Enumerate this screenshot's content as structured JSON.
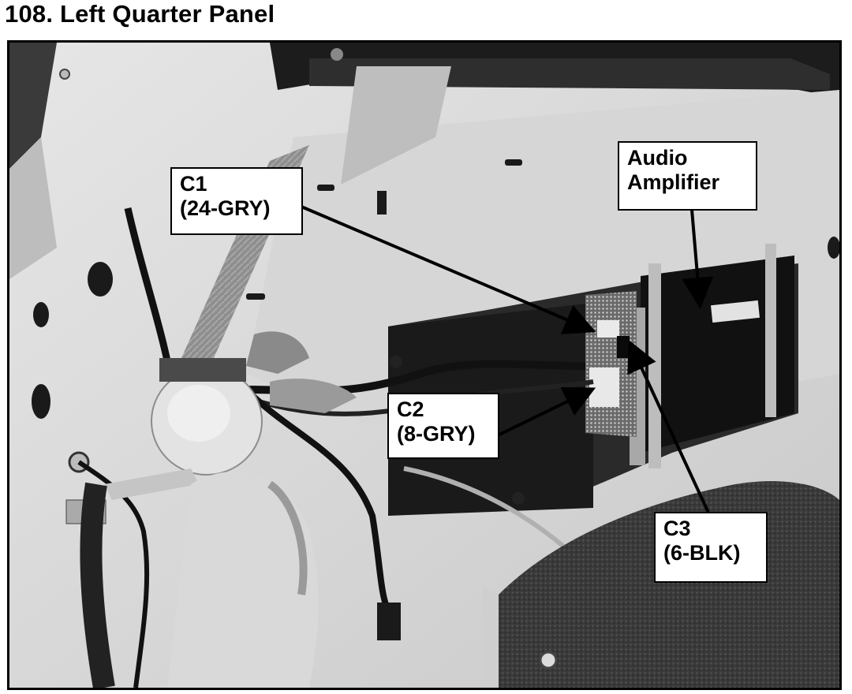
{
  "title": "108. Left Quarter Panel",
  "callouts": {
    "c1": {
      "line1": "C1",
      "line2": "(24-GRY)"
    },
    "c2": {
      "line1": "C2",
      "line2": "(8-GRY)"
    },
    "c3": {
      "line1": "C3",
      "line2": "(6-BLK)"
    },
    "amp": {
      "line1": "Audio",
      "line2": "Amplifier"
    }
  },
  "colors": {
    "frame": "#000000",
    "callout_bg": "#ffffff",
    "leader": "#000000"
  }
}
